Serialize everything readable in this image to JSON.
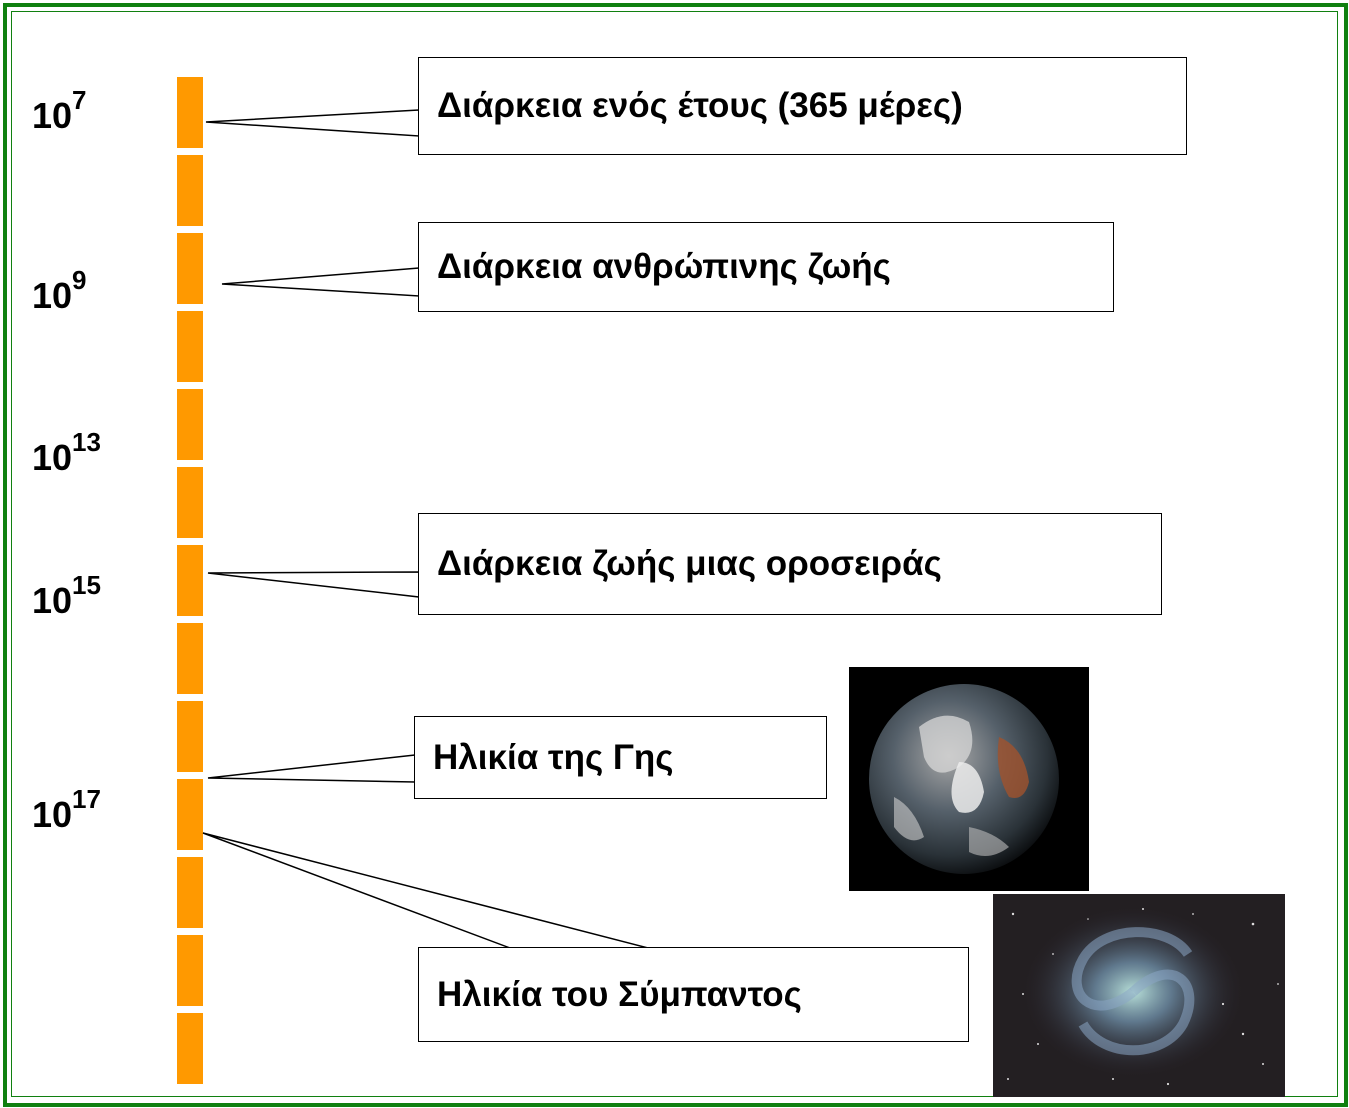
{
  "scale": {
    "ticks": [
      {
        "base": "10",
        "exp": "7"
      },
      {
        "base": "10",
        "exp": "9"
      },
      {
        "base": "10",
        "exp": "13"
      },
      {
        "base": "10",
        "exp": "15"
      },
      {
        "base": "10",
        "exp": "17"
      }
    ]
  },
  "callouts": {
    "year": "Διάρκεια ενός έτους (365 μέρες)",
    "human_life": "Διάρκεια ανθρώπινης ζωής",
    "mountain": "Διάρκεια ζωής μιας οροσειράς",
    "earth_age": "Ηλικία της Γης",
    "universe_age": "Ηλικία του Σύμπαντος"
  },
  "images": {
    "earth": "earth-photo",
    "galaxy": "spiral-galaxy-photo"
  },
  "colors": {
    "frame": "#108010",
    "bar": "#ff9900"
  }
}
